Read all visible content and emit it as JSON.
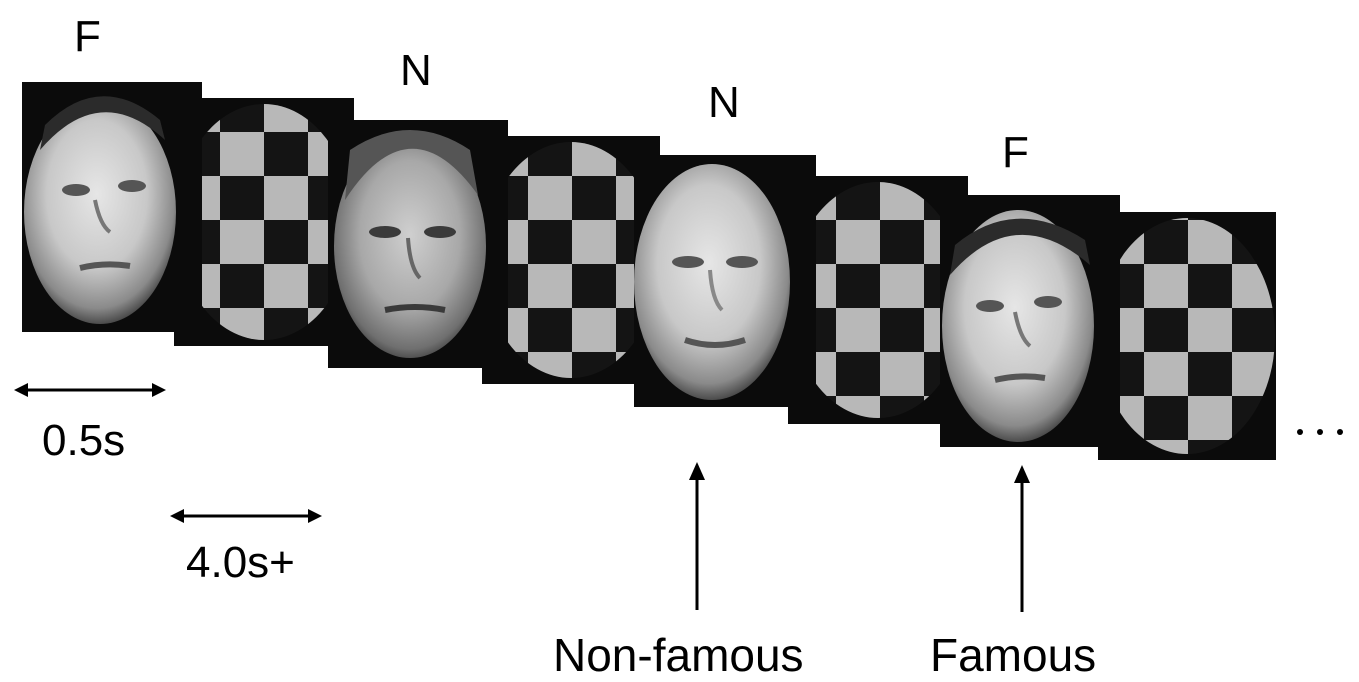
{
  "labels": {
    "trial_1": "F",
    "trial_2": "N",
    "trial_3": "N",
    "trial_4": "F"
  },
  "timing": {
    "stimulus_duration": "0.5s",
    "isi_duration": "4.0s+"
  },
  "annotations": {
    "non_famous": "Non-famous",
    "famous": "Famous"
  },
  "continuation": "...",
  "colors": {
    "frame_background": "#0b0b0b",
    "checker_dark": "#141414",
    "checker_light": "#b8b8b8",
    "face_light": "#d9d9d9",
    "face_shadow": "#6e6e6e"
  }
}
